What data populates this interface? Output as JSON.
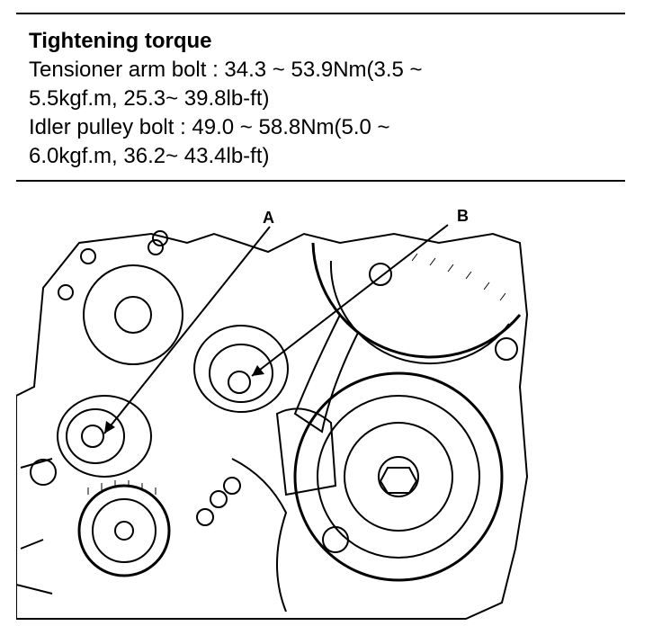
{
  "spec": {
    "title": "Tightening torque",
    "lines": [
      "Tensioner arm bolt : 34.3 ~ 53.9Nm(3.5 ~",
      "5.5kgf.m, 25.3~ 39.8lb-ft)",
      "Idler pulley bolt : 49.0 ~ 58.8Nm(5.0 ~",
      "6.0kgf.m, 36.2~ 43.4lb-ft)"
    ]
  },
  "figure": {
    "callout_a": "A",
    "callout_b": "B"
  }
}
